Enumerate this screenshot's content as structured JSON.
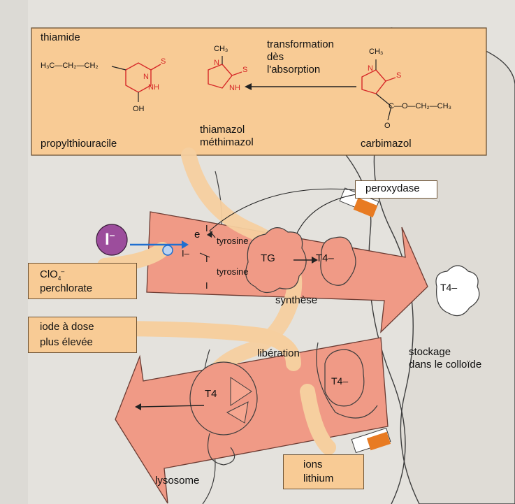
{
  "drugs": {
    "thiamide": "thiamide",
    "propyl_formula": "H₃C—CH₂—CH₂",
    "propyl_name": "propylthiouracile",
    "thiamazol_name": "thiamazol",
    "methimazol_name": "méthimazol",
    "carbimazol_name": "carbimazol",
    "carbimazol_chain": "C—O—CH₂—CH₃",
    "transformation_l1": "transformation",
    "transformation_l2": "dès",
    "transformation_l3": "l'absorption",
    "atom_N": "N",
    "atom_S": "S",
    "atom_NH": "NH",
    "atom_OH": "OH",
    "atom_CH3": "CH₃",
    "atom_O": "O"
  },
  "enzyme": {
    "peroxydase": "peroxydase"
  },
  "iodide": {
    "symbol": "I",
    "charge": "–"
  },
  "inhibitors": {
    "clo4_formula": "ClO",
    "clo4_sub": "4",
    "clo4_sup": "–",
    "clo4_name": "perchlorate",
    "iode_l1": "iode à dose",
    "iode_l2": "plus élevée",
    "ions_l1": "ions",
    "ions_l2": "lithium"
  },
  "synthesis": {
    "e": "e",
    "I_minus": "I–",
    "I": "I",
    "tyrosine": "tyrosine",
    "TG": "TG",
    "T4_minus": "T4–",
    "label": "synthèse"
  },
  "release": {
    "label": "libération",
    "T4": "T4",
    "T4_minus": "T4–",
    "lysosome": "lysosome"
  },
  "colloid": {
    "T4_minus": "T4–",
    "stockage_l1": "stockage",
    "stockage_l2": "dans le colloïde"
  },
  "colors": {
    "background": "#e4e2dd",
    "box_fill": "#f8cb95",
    "arrow_fill": "#f09a86",
    "iodide_fill": "#9c4d9c",
    "red_chem": "#d62828",
    "channel_blue": "#1f6fd0",
    "orange_marker": "#e87b22"
  }
}
